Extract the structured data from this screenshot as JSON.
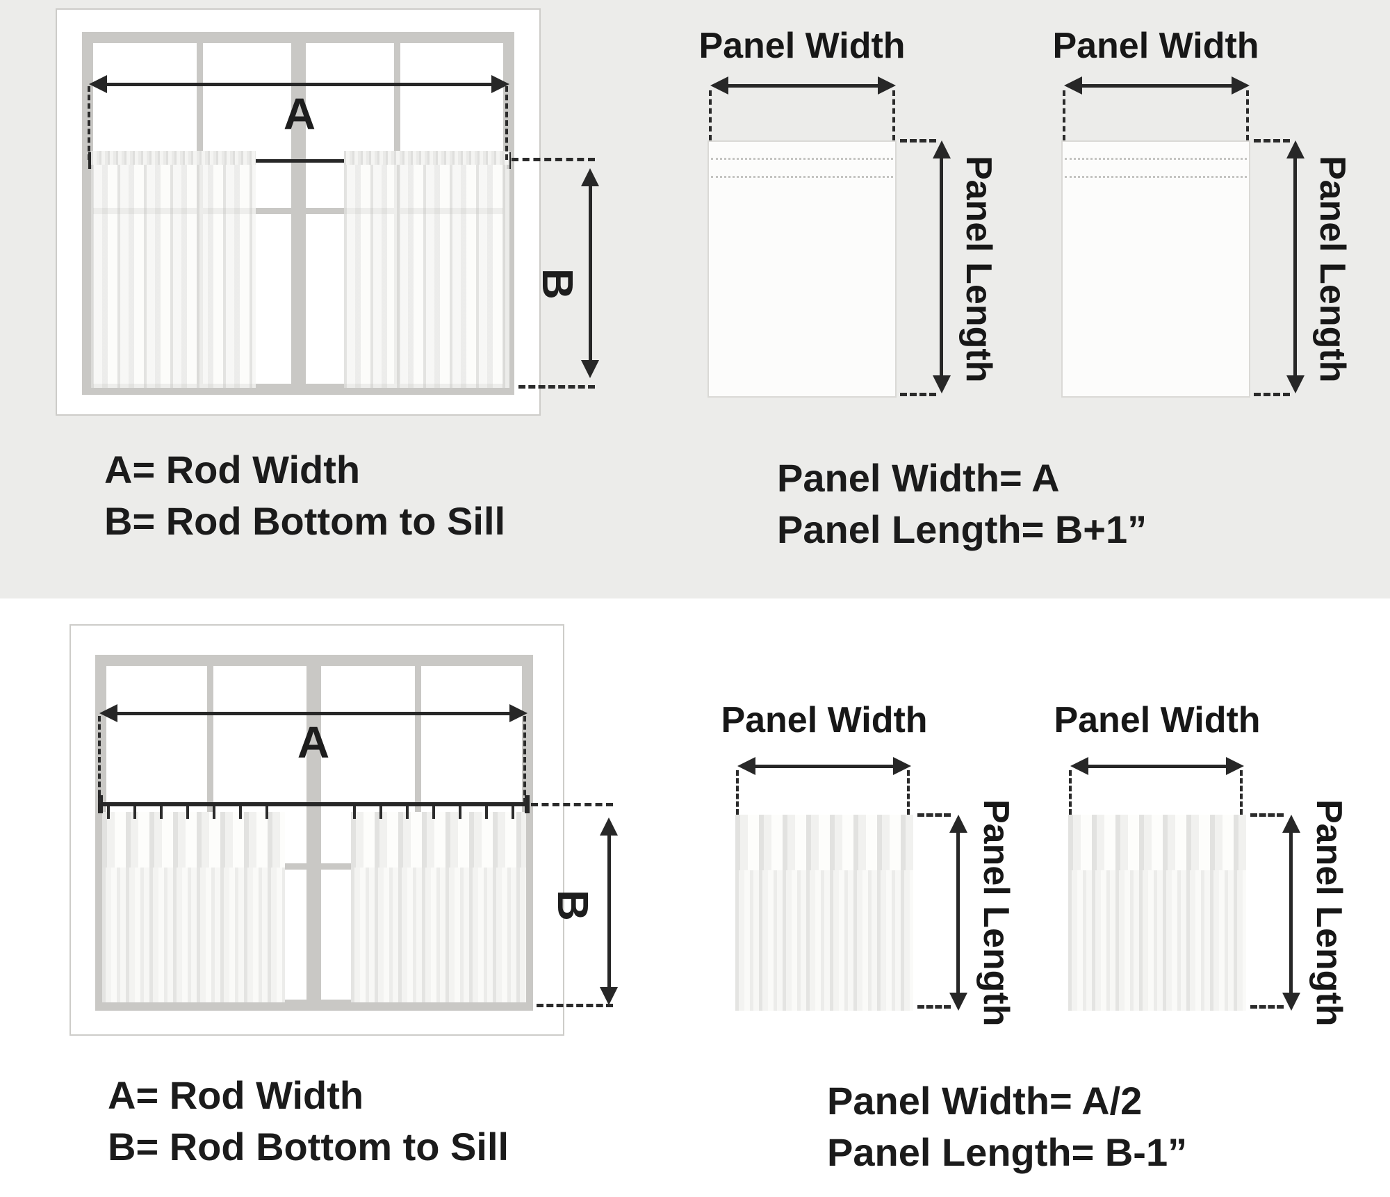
{
  "colors": {
    "top_background": "#ECECEA",
    "bottom_background": "#FFFFFF",
    "window_frame": "#C9C8C5",
    "line": "#272727",
    "text": "#1C1C1C"
  },
  "sections": {
    "top": {
      "window": {
        "a_label": "A",
        "b_label": "B",
        "legend_line1": "A= Rod Width",
        "legend_line2": "B= Rod Bottom to Sill"
      },
      "panel1": {
        "width_label": "Panel Width",
        "length_label": "Panel Length"
      },
      "panel2": {
        "width_label": "Panel Width",
        "length_label": "Panel Length"
      },
      "formula_line1": "Panel Width= A",
      "formula_line2": "Panel Length= B+1”"
    },
    "bottom": {
      "window": {
        "a_label": "A",
        "b_label": "B",
        "legend_line1": "A= Rod Width",
        "legend_line2": "B= Rod Bottom to Sill"
      },
      "panel1": {
        "width_label": "Panel Width",
        "length_label": "Panel Length"
      },
      "panel2": {
        "width_label": "Panel Width",
        "length_label": "Panel Length"
      },
      "formula_line1": "Panel Width= A/2",
      "formula_line2": "Panel Length= B-1”"
    }
  }
}
